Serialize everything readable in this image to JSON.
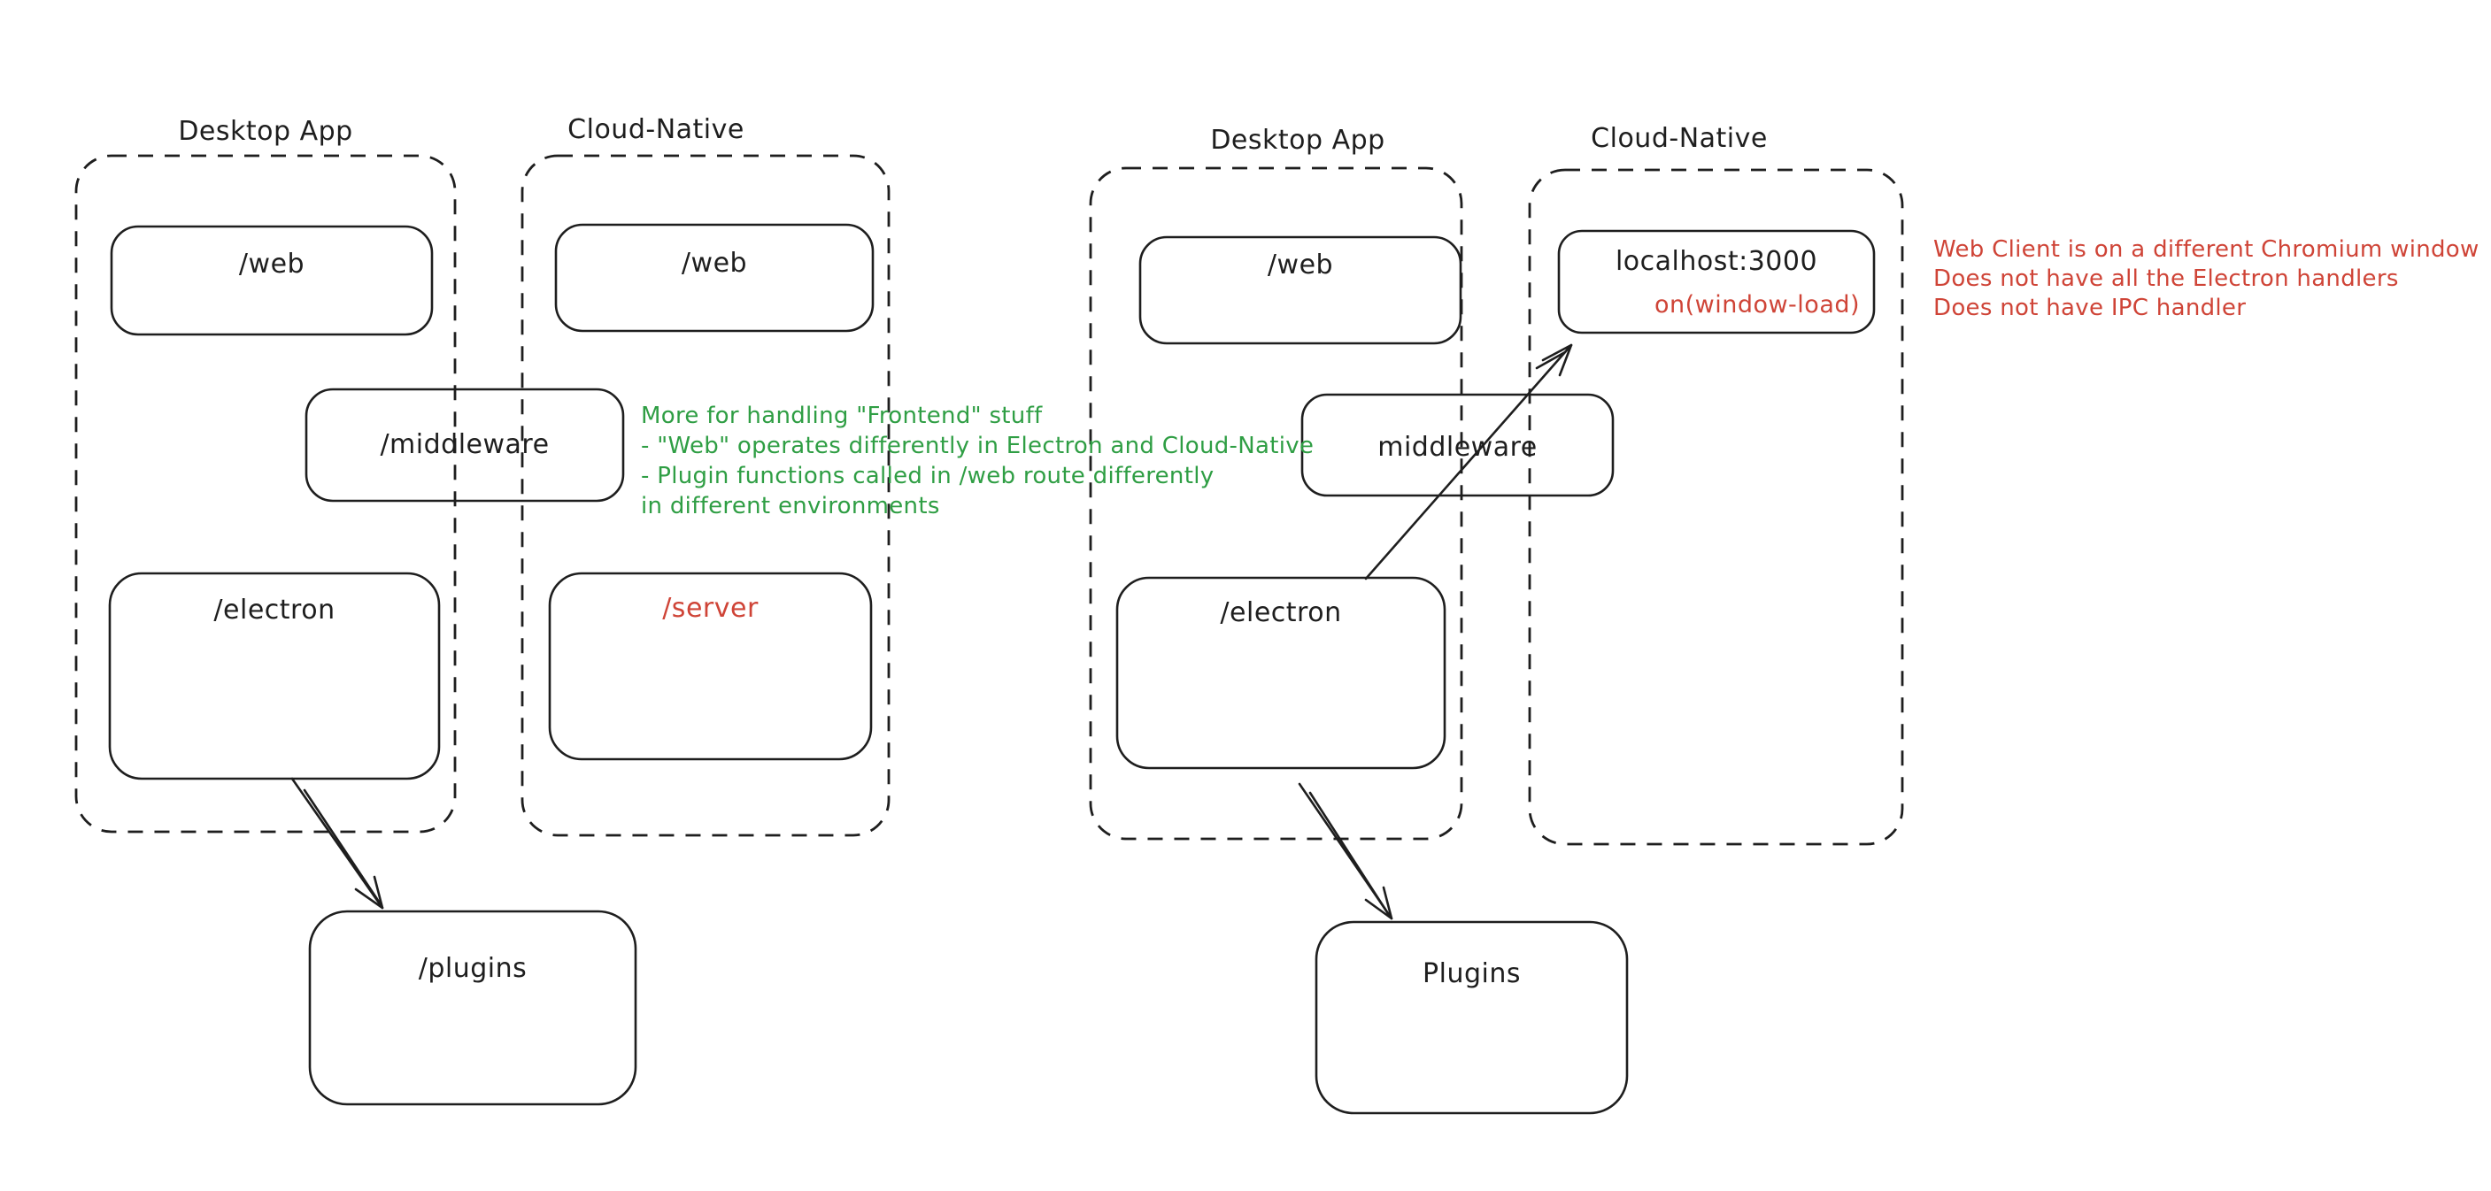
{
  "colors": {
    "background": "#ffffff",
    "ink": "#1e1e1e",
    "green_note": "#2f9e44",
    "red_accent": "#cf4437"
  },
  "left": {
    "desktop": {
      "title": "Desktop App",
      "web": "/web",
      "electron": "/electron"
    },
    "cloud": {
      "title": "Cloud-Native",
      "web": "/web",
      "server": "/server"
    },
    "middleware": "/middleware",
    "plugins": "/plugins",
    "note": [
      "More for handling \"Frontend\" stuff",
      "- \"Web\" operates differently in Electron and Cloud-Native",
      "- Plugin functions called in /web route differently",
      "in different environments"
    ]
  },
  "right": {
    "desktop": {
      "title": "Desktop App",
      "web": "/web",
      "electron": "/electron"
    },
    "cloud": {
      "title": "Cloud-Native"
    },
    "localhost": {
      "title": "localhost:3000",
      "handler": "on(window-load)"
    },
    "middleware": "middleware",
    "plugins": "Plugins",
    "note": [
      "Web Client is on a different Chromium window",
      "Does not have all the Electron handlers",
      "Does not have IPC handler"
    ]
  }
}
